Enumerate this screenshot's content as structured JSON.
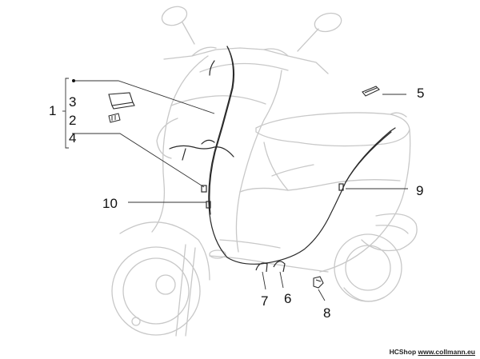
{
  "diagram": {
    "parts": [
      {
        "id": "p1",
        "number": "1"
      },
      {
        "id": "p2",
        "number": "2"
      },
      {
        "id": "p3",
        "number": "3"
      },
      {
        "id": "p4",
        "number": "4"
      },
      {
        "id": "p5",
        "number": "5"
      },
      {
        "id": "p6",
        "number": "6"
      },
      {
        "id": "p7",
        "number": "7"
      },
      {
        "id": "p8",
        "number": "8"
      },
      {
        "id": "p9",
        "number": "9"
      },
      {
        "id": "p10",
        "number": "10"
      }
    ],
    "group_marker": "•"
  },
  "watermark": {
    "brand": "HCShop",
    "url": "www.collmann.eu"
  },
  "colors": {
    "outline": "#c8c8c8",
    "cable": "#2a2a2a",
    "leader": "#333333"
  }
}
